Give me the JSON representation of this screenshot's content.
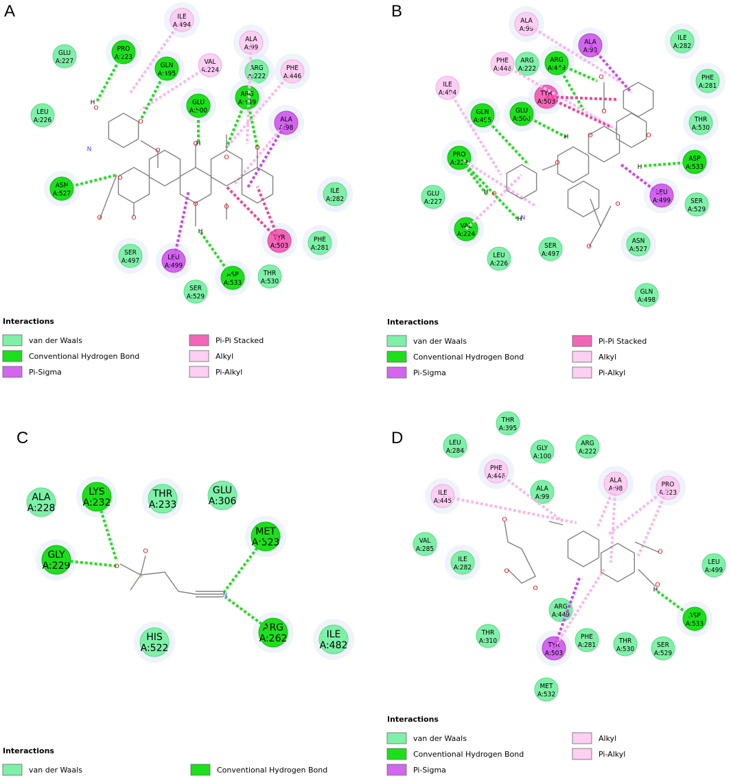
{
  "panels": [
    {
      "letter": "A",
      "residues": [
        {
          "label": [
            "ILE",
            "A:494"
          ],
          "type": "alkyl"
        },
        {
          "label": [
            "PRO",
            "A:223"
          ],
          "type": "hbond"
        },
        {
          "label": [
            "GLU",
            "A:227"
          ],
          "type": "vdw"
        },
        {
          "label": [
            "GLN",
            "A:495"
          ],
          "type": "hbond"
        },
        {
          "label": [
            "VAL",
            "A:224"
          ],
          "type": "alkyl"
        },
        {
          "label": [
            "ALA",
            "A:99"
          ],
          "type": "alkyl"
        },
        {
          "label": [
            "ARG",
            "A:222"
          ],
          "type": "vdw"
        },
        {
          "label": [
            "PHE",
            "A:446"
          ],
          "type": "alkyl"
        },
        {
          "label": [
            "LEU",
            "A:226"
          ],
          "type": "vdw"
        },
        {
          "label": [
            "GLU",
            "A:500"
          ],
          "type": "hbond"
        },
        {
          "label": [
            "ARG",
            "A:449"
          ],
          "type": "hbond"
        },
        {
          "label": [
            "ALA",
            "A:98"
          ],
          "type": "pisigma"
        },
        {
          "label": [
            "ASN",
            "A:527"
          ],
          "type": "hbond"
        },
        {
          "label": [
            "ILE",
            "A:282"
          ],
          "type": "vdw"
        },
        {
          "label": [
            "TYR",
            "A:503"
          ],
          "type": "pipi"
        },
        {
          "label": [
            "PHE",
            "A:281"
          ],
          "type": "vdw"
        },
        {
          "label": [
            "SER",
            "A:497"
          ],
          "type": "vdw"
        },
        {
          "label": [
            "LEU",
            "A:499"
          ],
          "type": "pisigma"
        },
        {
          "label": [
            "ASP",
            "A:533"
          ],
          "type": "hbond"
        },
        {
          "label": [
            "THR",
            "A:530"
          ],
          "type": "vdw"
        },
        {
          "label": [
            "SER",
            "A:529"
          ],
          "type": "vdw"
        }
      ],
      "legend_title": "Interactions",
      "legend": [
        "van der Waals",
        "Pi-Pi Stacked",
        "Conventional Hydrogen Bond",
        "Alkyl",
        "Pi-Sigma",
        "Pi-Alkyl"
      ]
    },
    {
      "letter": "B",
      "residues": [
        {
          "label": [
            "ALA",
            "A:99"
          ],
          "type": "alkyl"
        },
        {
          "label": [
            "ALA",
            "A:98"
          ],
          "type": "pisigma"
        },
        {
          "label": [
            "ILE",
            "A:282"
          ],
          "type": "vdw"
        },
        {
          "label": [
            "PHE",
            "A:446"
          ],
          "type": "alkyl"
        },
        {
          "label": [
            "ARG",
            "A:222"
          ],
          "type": "vdw"
        },
        {
          "label": [
            "ARG",
            "A:449"
          ],
          "type": "hbond"
        },
        {
          "label": [
            "PHE",
            "A:281"
          ],
          "type": "vdw"
        },
        {
          "label": [
            "ILE",
            "A:494"
          ],
          "type": "alkyl"
        },
        {
          "label": [
            "TYR",
            "A:503"
          ],
          "type": "pipi"
        },
        {
          "label": [
            "GLN",
            "A:495"
          ],
          "type": "hbond"
        },
        {
          "label": [
            "GLU",
            "A:500"
          ],
          "type": "hbond"
        },
        {
          "label": [
            "THR",
            "A:530"
          ],
          "type": "vdw"
        },
        {
          "label": [
            "PRO",
            "A:223"
          ],
          "type": "hbond"
        },
        {
          "label": [
            "ASP",
            "A:533"
          ],
          "type": "hbond"
        },
        {
          "label": [
            "GLU",
            "A:227"
          ],
          "type": "vdw"
        },
        {
          "label": [
            "LEU",
            "A:499"
          ],
          "type": "pisigma"
        },
        {
          "label": [
            "SER",
            "A:529"
          ],
          "type": "vdw"
        },
        {
          "label": [
            "VAL",
            "A:224"
          ],
          "type": "hbond"
        },
        {
          "label": [
            "SER",
            "A:497"
          ],
          "type": "vdw"
        },
        {
          "label": [
            "ASN",
            "A:527"
          ],
          "type": "vdw"
        },
        {
          "label": [
            "LEU",
            "A:226"
          ],
          "type": "vdw"
        },
        {
          "label": [
            "GLN",
            "A:498"
          ],
          "type": "vdw"
        }
      ],
      "legend_title": "Interactions",
      "legend": [
        "van der Waals",
        "Pi-Pi Stacked",
        "Conventional Hydrogen Bond",
        "Alkyl",
        "Pi-Sigma",
        "Pi-Alkyl"
      ]
    },
    {
      "letter": "C",
      "residues": [
        {
          "label": [
            "ALA",
            "A:228"
          ],
          "type": "vdw"
        },
        {
          "label": [
            "LYS",
            "A:232"
          ],
          "type": "hbond"
        },
        {
          "label": [
            "THR",
            "A:233"
          ],
          "type": "vdw"
        },
        {
          "label": [
            "GLU",
            "A:306"
          ],
          "type": "vdw"
        },
        {
          "label": [
            "MET",
            "A:523"
          ],
          "type": "hbond"
        },
        {
          "label": [
            "GLY",
            "A:229"
          ],
          "type": "hbond"
        },
        {
          "label": [
            "HIS",
            "A:522"
          ],
          "type": "vdw"
        },
        {
          "label": [
            "ARG",
            "A:262"
          ],
          "type": "hbond"
        },
        {
          "label": [
            "ILE",
            "A:482"
          ],
          "type": "vdw"
        }
      ],
      "legend_title": "Interactions",
      "legend": [
        "van der Waals",
        "Conventional Hydrogen Bond"
      ]
    },
    {
      "letter": "D",
      "residues": [
        {
          "label": [
            "THR",
            "A:395"
          ],
          "type": "vdw"
        },
        {
          "label": [
            "LEU",
            "A:284"
          ],
          "type": "vdw"
        },
        {
          "label": [
            "GLY",
            "A:100"
          ],
          "type": "vdw"
        },
        {
          "label": [
            "ARG",
            "A:222"
          ],
          "type": "vdw"
        },
        {
          "label": [
            "PHE",
            "A:446"
          ],
          "type": "alkyl"
        },
        {
          "label": [
            "ALA",
            "A:98"
          ],
          "type": "alkyl"
        },
        {
          "label": [
            "PRO",
            "A:223"
          ],
          "type": "alkyl"
        },
        {
          "label": [
            "ILE",
            "A:445"
          ],
          "type": "alkyl"
        },
        {
          "label": [
            "ALA",
            "A:99"
          ],
          "type": "vdw"
        },
        {
          "label": [
            "VAL",
            "A:285"
          ],
          "type": "vdw"
        },
        {
          "label": [
            "ILE",
            "A:282"
          ],
          "type": "vdw"
        },
        {
          "label": [
            "LEU",
            "A:499"
          ],
          "type": "vdw"
        },
        {
          "label": [
            "ARG",
            "A:449"
          ],
          "type": "vdw"
        },
        {
          "label": [
            "ASP",
            "A:533"
          ],
          "type": "hbond"
        },
        {
          "label": [
            "THR",
            "A:310"
          ],
          "type": "vdw"
        },
        {
          "label": [
            "PHE",
            "A:281"
          ],
          "type": "vdw"
        },
        {
          "label": [
            "THR",
            "A:530"
          ],
          "type": "vdw"
        },
        {
          "label": [
            "SER",
            "A:529"
          ],
          "type": "vdw"
        },
        {
          "label": [
            "TYR",
            "A:503"
          ],
          "type": "pisigma"
        },
        {
          "label": [
            "MET",
            "A:532"
          ],
          "type": "vdw"
        }
      ],
      "legend_title": "Interactions",
      "legend": [
        "van der Waals",
        "Alkyl",
        "Conventional Hydrogen Bond",
        "Pi-Alkyl",
        "Pi-Sigma"
      ]
    }
  ],
  "colors": {
    "vdw": "#7FF0A8",
    "hbond": "#1BE01B",
    "pisigma": "#D266EE",
    "pipi": "#F266B8",
    "alkyl": "#FCCFF3",
    "pialkyl": "#FCCFF3",
    "bond_line": "#808080",
    "oxygen": "#E00000",
    "nitrogen": "#4040FF",
    "sulfur": "#D8B000"
  }
}
